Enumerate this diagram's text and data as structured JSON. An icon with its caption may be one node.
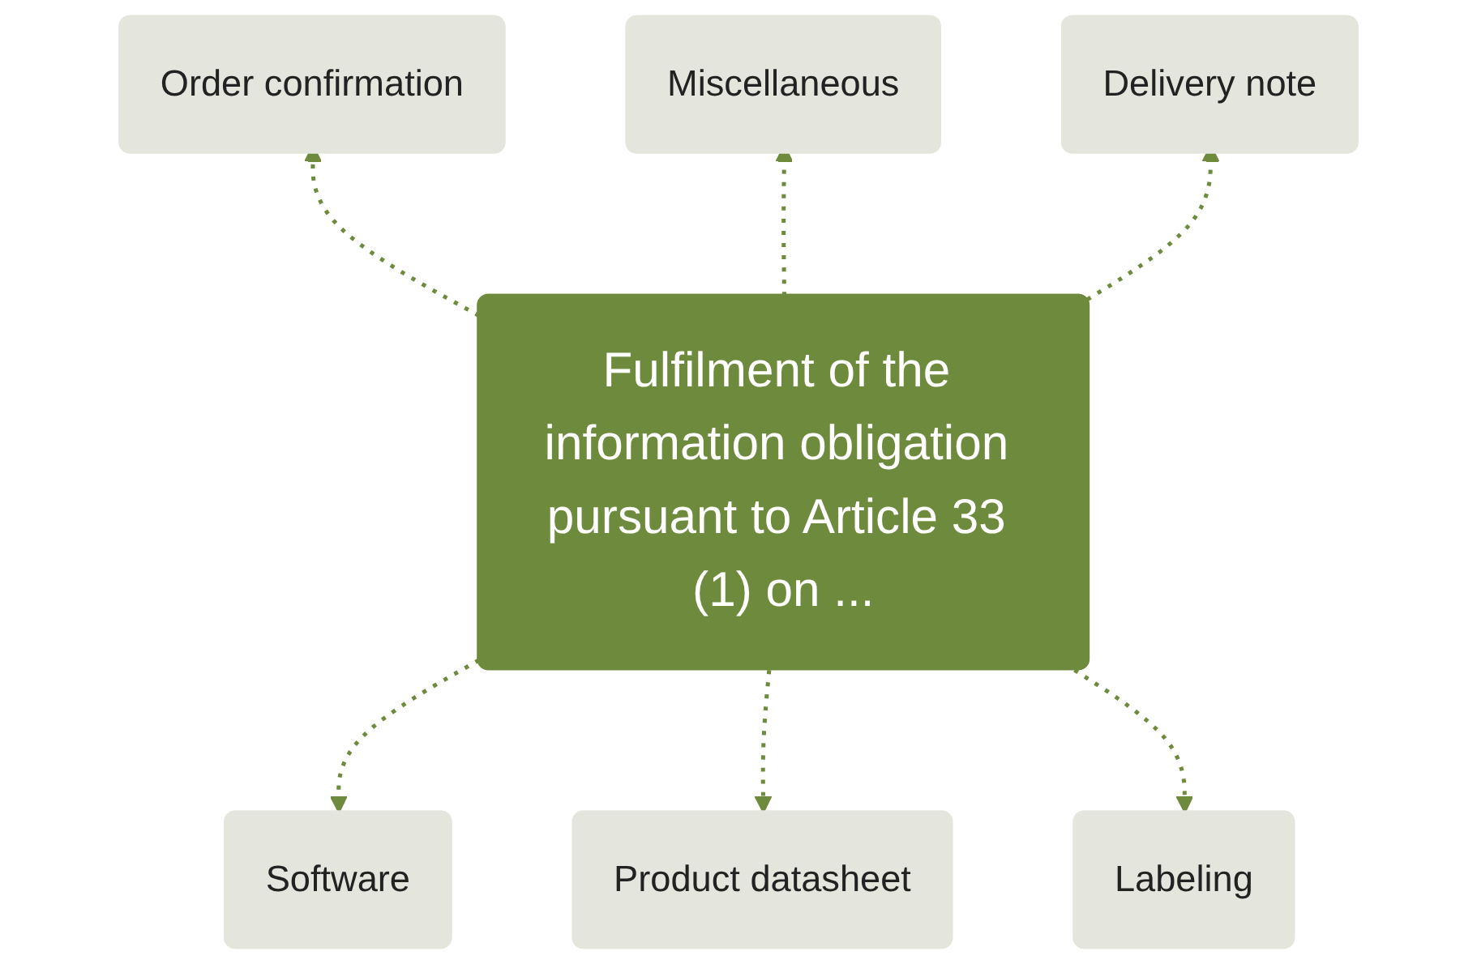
{
  "diagram": {
    "nodes": [
      {
        "text": [
          "Order confirmation"
        ]
      },
      {
        "text": [
          "Miscellaneous"
        ]
      },
      {
        "text": [
          "Delivery note"
        ]
      },
      {
        "text": [
          "Fulfilment of the information obligation pursuant to Article 33 (1) on ..."
        ]
      },
      {
        "text": [
          "Software"
        ]
      },
      {
        "text": [
          "Product datasheet"
        ]
      },
      {
        "text": [
          "Labeling"
        ]
      }
    ],
    "edges": [
      {
        "from": 3,
        "to": 0,
        "arrow": "to",
        "style": "dashed"
      },
      {
        "from": 3,
        "to": 1,
        "arrow": "to",
        "style": "dashed"
      },
      {
        "from": 3,
        "to": 2,
        "arrow": "to",
        "style": "dashed"
      },
      {
        "from": 3,
        "to": 4,
        "arrow": "to",
        "style": "dashed"
      },
      {
        "from": 3,
        "to": 5,
        "arrow": "to",
        "style": "dashed"
      },
      {
        "from": 3,
        "to": 6,
        "arrow": "to",
        "style": "dashed"
      }
    ]
  }
}
